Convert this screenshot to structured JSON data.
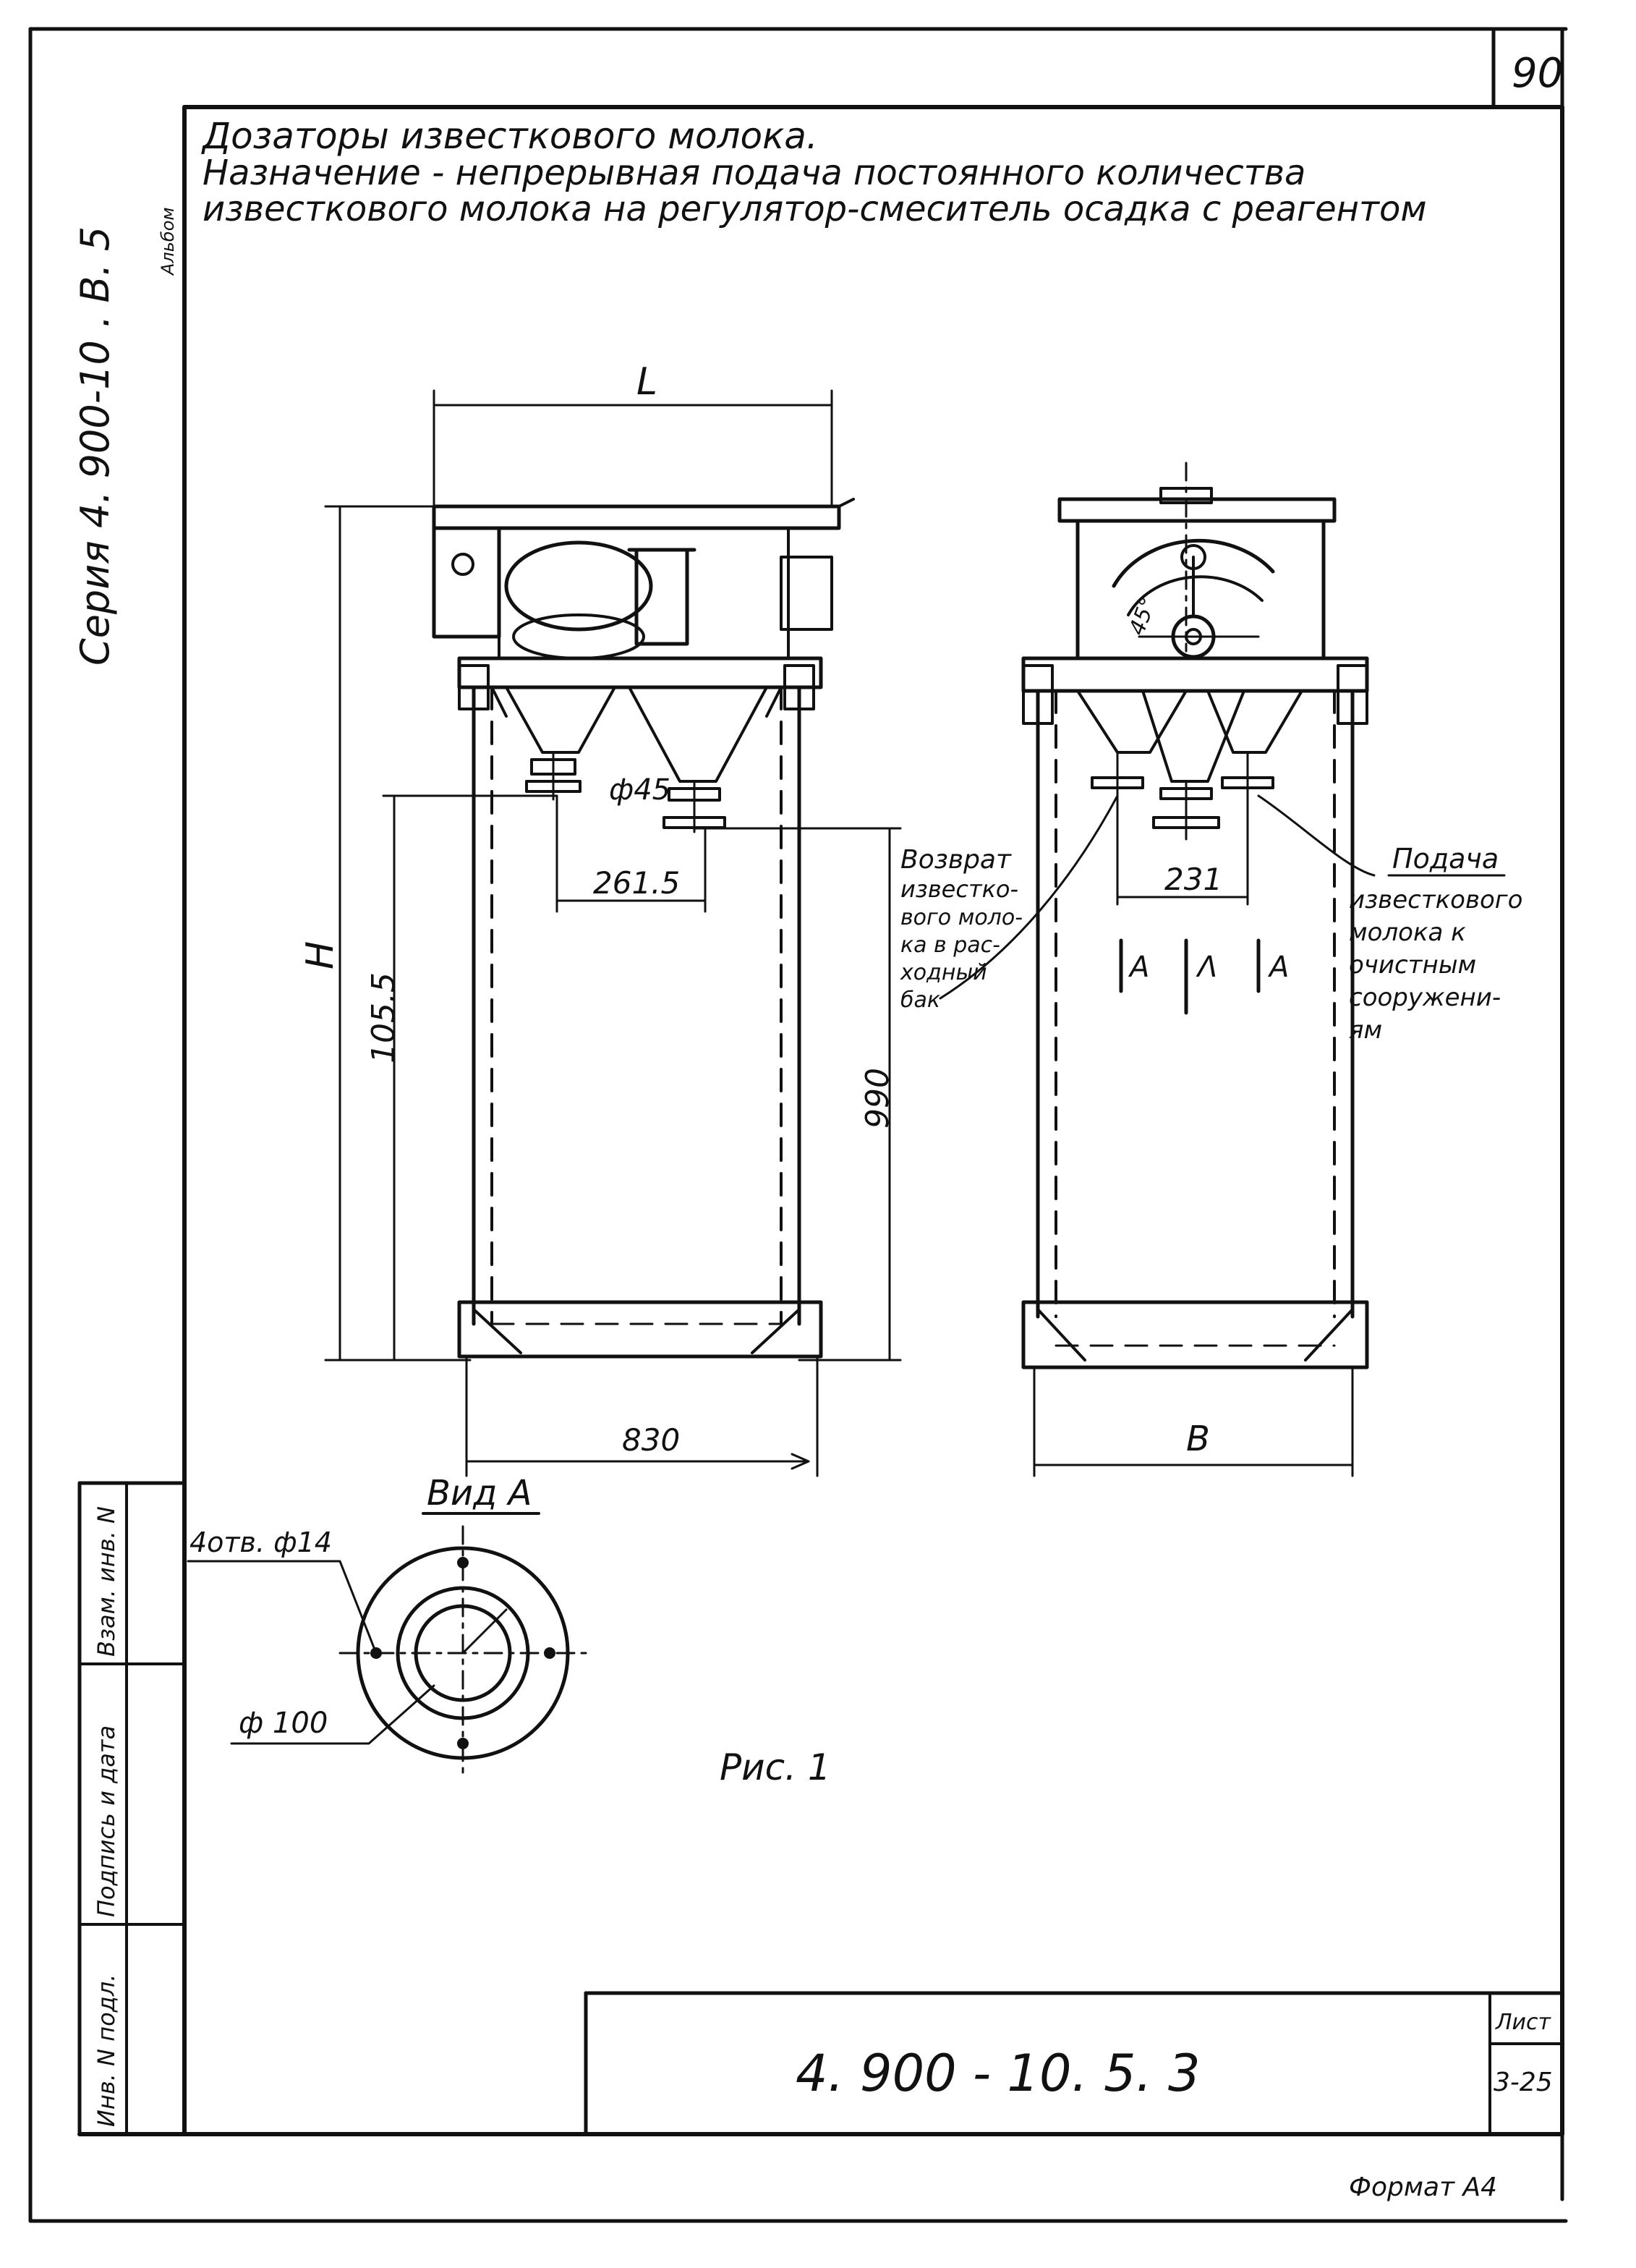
{
  "sheet_number": "90",
  "series_stamp": "Серия 4. 900-10 . В. 5",
  "album_mark": "Альбом",
  "title": {
    "line1": "Дозаторы известкового молока.",
    "line2": "Назначение - непрерывная подача постоянного количества",
    "line3": "известкового молока на регулятор-смеситель осадка с реагентом"
  },
  "front_view": {
    "dim_L": "L",
    "dim_H": "H",
    "dim_1055": "105.5",
    "dim_990": "990",
    "dim_830": "830",
    "dim_2615": "261.5",
    "dia_45": "ф45"
  },
  "side_view": {
    "dim_B": "B",
    "dim_231": "231",
    "angle": "45°",
    "section_marks": [
      "A",
      "Λ",
      "A"
    ]
  },
  "annotations": {
    "return_line1": "Возврат",
    "return_line2": "известко-",
    "return_line3": "вого моло-",
    "return_line4": "ка в рас-",
    "return_line5": "ходный",
    "return_line6": "бак",
    "supply_line1": "Подача",
    "supply_line2": "известкового",
    "supply_line3": "молока к",
    "supply_line4": "очистным",
    "supply_line5": "сооружени-",
    "supply_line6": "ям"
  },
  "view_a": {
    "title": "Вид А",
    "holes": "4отв. ф14",
    "diameter": "ф 100"
  },
  "figure_caption": "Рис. 1",
  "side_stamp": {
    "cell1": "Взам. инв. N",
    "cell2": "Подпись и дата",
    "cell3": "Инв. N подл."
  },
  "title_block": {
    "code": "4. 900 - 10. 5. 3",
    "sheet_label": "Лист",
    "sheet_value": "3-25"
  },
  "format": "Формат А4"
}
